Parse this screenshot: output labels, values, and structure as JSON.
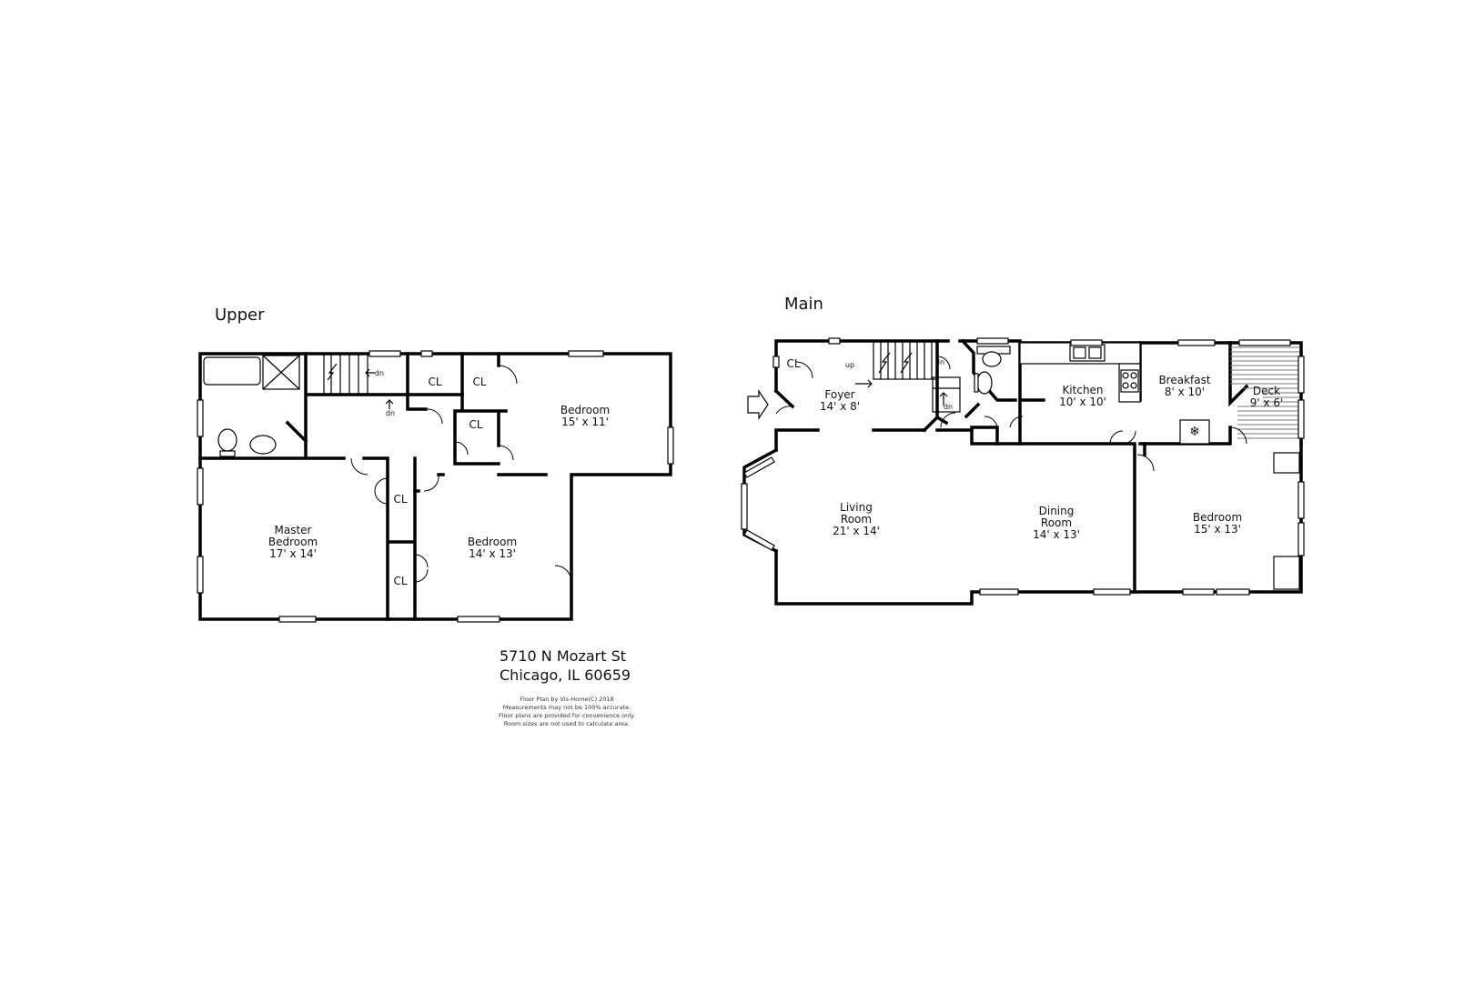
{
  "floors": {
    "upper": {
      "name": "Upper",
      "rooms": {
        "master_bedroom": {
          "name1": "Master",
          "name2": "Bedroom",
          "dims": "17' x 14'"
        },
        "bedroom_a": {
          "name": "Bedroom",
          "dims": "15' x 11'"
        },
        "bedroom_b": {
          "name": "Bedroom",
          "dims": "14' x 13'"
        }
      },
      "closet_label": "CL",
      "stair_label": "dn"
    },
    "main": {
      "name": "Main",
      "rooms": {
        "foyer": {
          "name": "Foyer",
          "dims": "14' x 8'"
        },
        "living_room": {
          "name1": "Living",
          "name2": "Room",
          "dims": "21' x 14'"
        },
        "dining_room": {
          "name1": "Dining",
          "name2": "Room",
          "dims": "14' x 13'"
        },
        "kitchen": {
          "name": "Kitchen",
          "dims": "10' x 10'"
        },
        "breakfast": {
          "name": "Breakfast",
          "dims": "8' x 10'"
        },
        "deck": {
          "name": "Deck",
          "dims": "9' x 6'"
        },
        "bedroom": {
          "name": "Bedroom",
          "dims": "15' x 13'"
        }
      },
      "closet_label": "CL",
      "stair_up_label": "up",
      "stair_down_label": "dn"
    }
  },
  "address": {
    "line1": "5710 N Mozart St",
    "line2": "Chicago, IL 60659"
  },
  "disclaimer": {
    "line1": "Floor Plan by Vis-Home(C) 2018",
    "line2": "Measurements may not be 100% accurate.",
    "line3": "Floor plans are provided for convenience only.",
    "line4": "Room sizes are not used to calculate area."
  }
}
